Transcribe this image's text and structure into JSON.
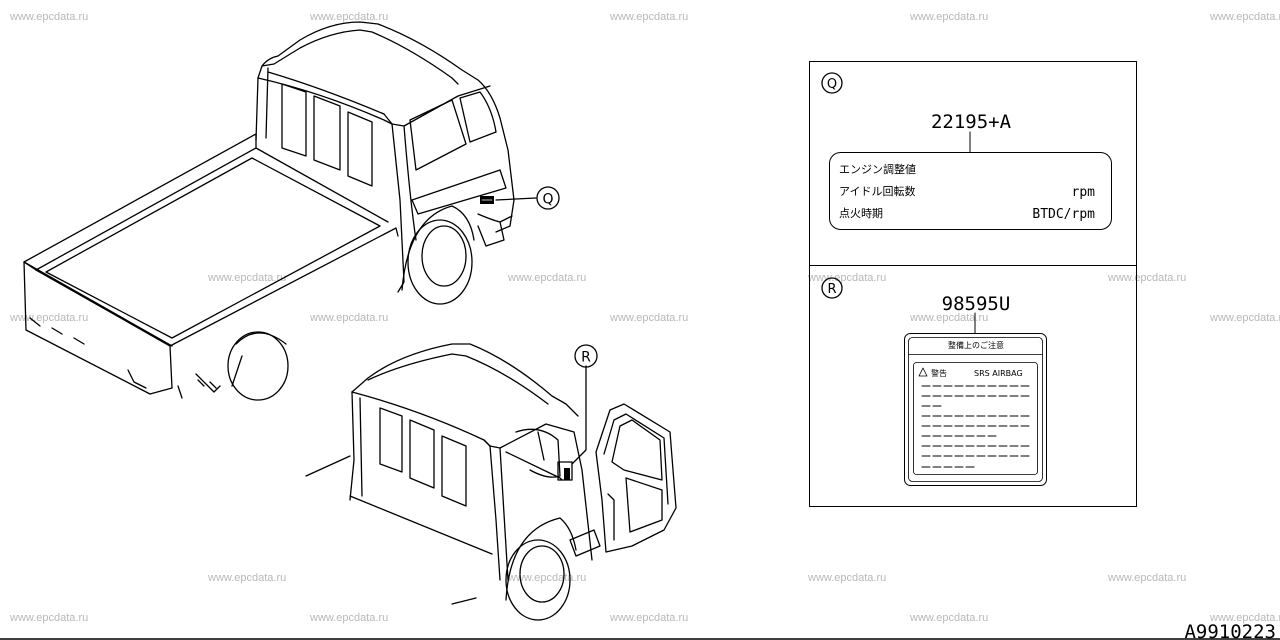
{
  "watermark": "www.epcdata.ru",
  "diagram_id": "A9910223",
  "callouts": {
    "q": "Q",
    "r": "R"
  },
  "panel_q": {
    "letter": "Q",
    "part_number": "22195+A",
    "label_rows": [
      {
        "left": "エンジン調整値",
        "right": ""
      },
      {
        "left": "アイドル回転数",
        "right": "rpm"
      },
      {
        "left": "点火時期",
        "right": "BTDC/rpm"
      }
    ]
  },
  "panel_r": {
    "letter": "R",
    "part_number": "98595U",
    "label_header": "整備上のご注意",
    "warning_word": "警告",
    "warning_title": "SRS AIRBAG"
  }
}
